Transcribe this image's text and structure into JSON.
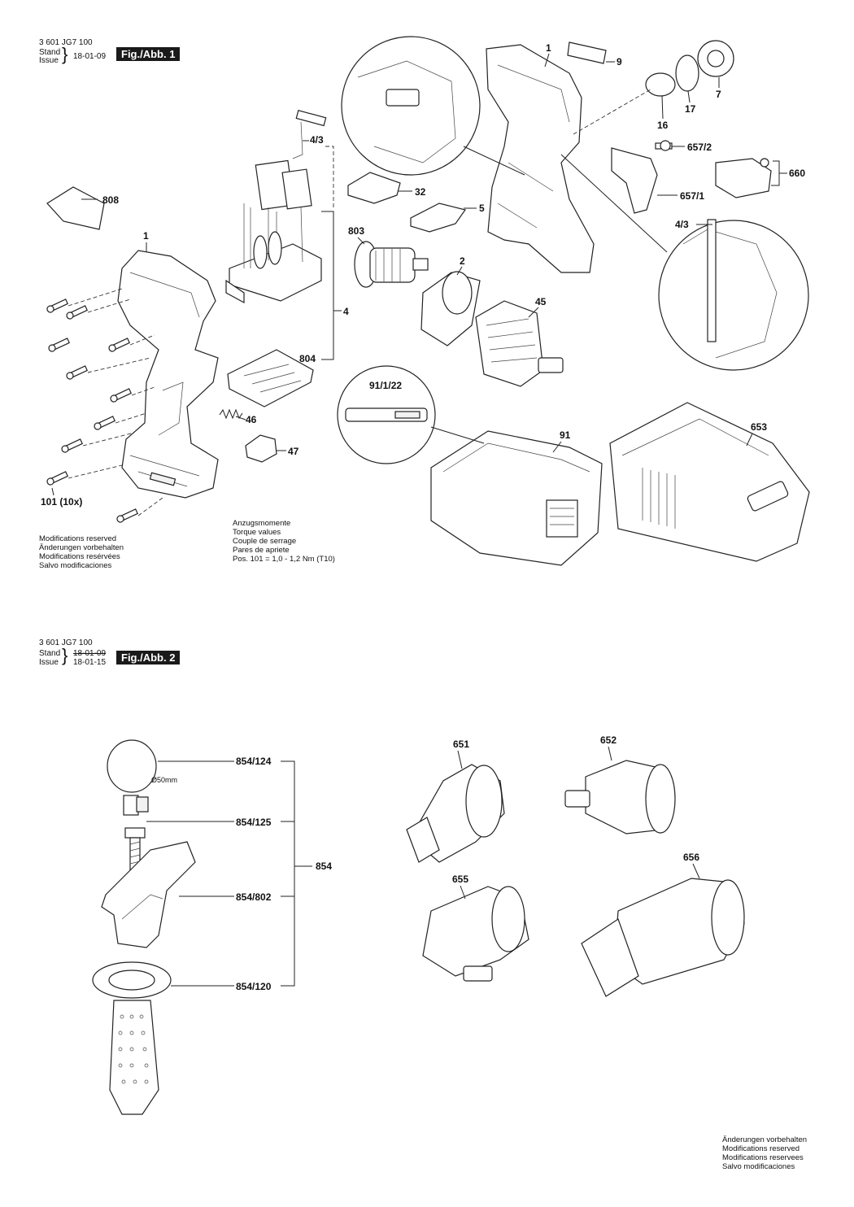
{
  "fig1": {
    "doc_number": "3 601 JG7 100",
    "stand_label": "Stand",
    "issue_label": "Issue",
    "date": "18-01-09",
    "fig_tag": "Fig./Abb. 1",
    "parts": {
      "p1_top": "1",
      "p9": "9",
      "p7": "7",
      "p17": "17",
      "p16": "16",
      "p657_2": "657/2",
      "p660": "660",
      "p657_1": "657/1",
      "p4_3_right": "4/3",
      "p4_3": "4/3",
      "p32": "32",
      "p5": "5",
      "p808": "808",
      "p1_left": "1",
      "p803": "803",
      "p2": "2",
      "p4": "4",
      "p45": "45",
      "p804": "804",
      "p46": "46",
      "p47": "47",
      "p91_1_22": "91/1/22",
      "p91": "91",
      "p653": "653",
      "p101": "101 (10x)"
    },
    "notes": [
      "Modifications reserved",
      "Änderungen vorbehalten",
      "Modifications resérvées",
      "Salvo modificaciones"
    ],
    "torque": [
      "Anzugsmomente",
      "Torque values",
      "Couple de serrage",
      "Pares de apriete",
      "Pos. 101  =  1,0 - 1,2 Nm (T10)"
    ]
  },
  "fig2": {
    "doc_number": "3 601 JG7 100",
    "stand_label": "Stand",
    "issue_label": "Issue",
    "date_old": "18-01-09",
    "date": "18-01-15",
    "fig_tag": "Fig./Abb. 2",
    "parts": {
      "p854_124": "854/124",
      "p854_125": "854/125",
      "p854": "854",
      "p854_802": "854/802",
      "p854_120": "854/120",
      "diameter": "Ø50mm",
      "p651": "651",
      "p652": "652",
      "p655": "655",
      "p656": "656"
    },
    "notes": [
      "Änderungen vorbehalten",
      "Modifications reserved",
      "Modifications reservees",
      "Salvo modificaciones"
    ]
  }
}
